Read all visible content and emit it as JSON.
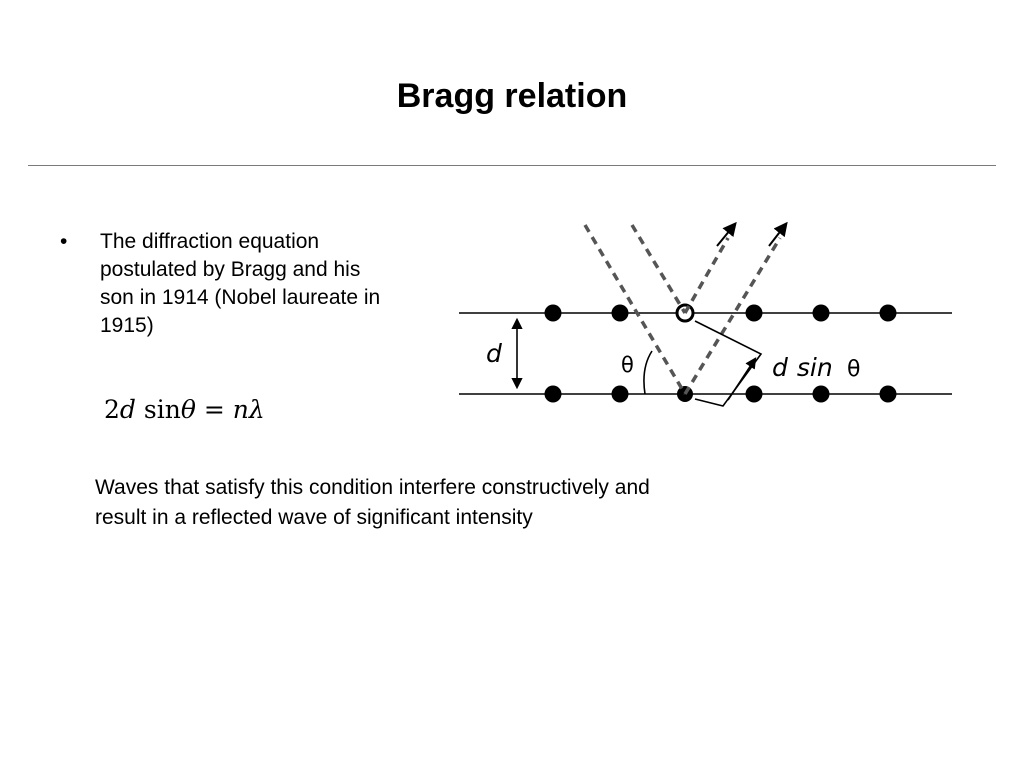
{
  "slide": {
    "title": "Bragg relation",
    "bullets": [
      "The diffraction equation postulated by Bragg and his son in 1914 (Nobel laureate in 1915)"
    ],
    "bullet_marker": "•",
    "formula": {
      "two": "2",
      "d": "d",
      "sin": "sin",
      "theta": "θ",
      "equals": "=",
      "n": "n",
      "lambda": "λ"
    },
    "note": "Waves that satisfy this condition interfere constructively and result in a reflected wave of significant intensity"
  },
  "diagram": {
    "spacing_label": "d",
    "angle_label": "θ",
    "path_label_d": "d",
    "path_label_sin": "sin",
    "path_label_theta": "θ"
  }
}
